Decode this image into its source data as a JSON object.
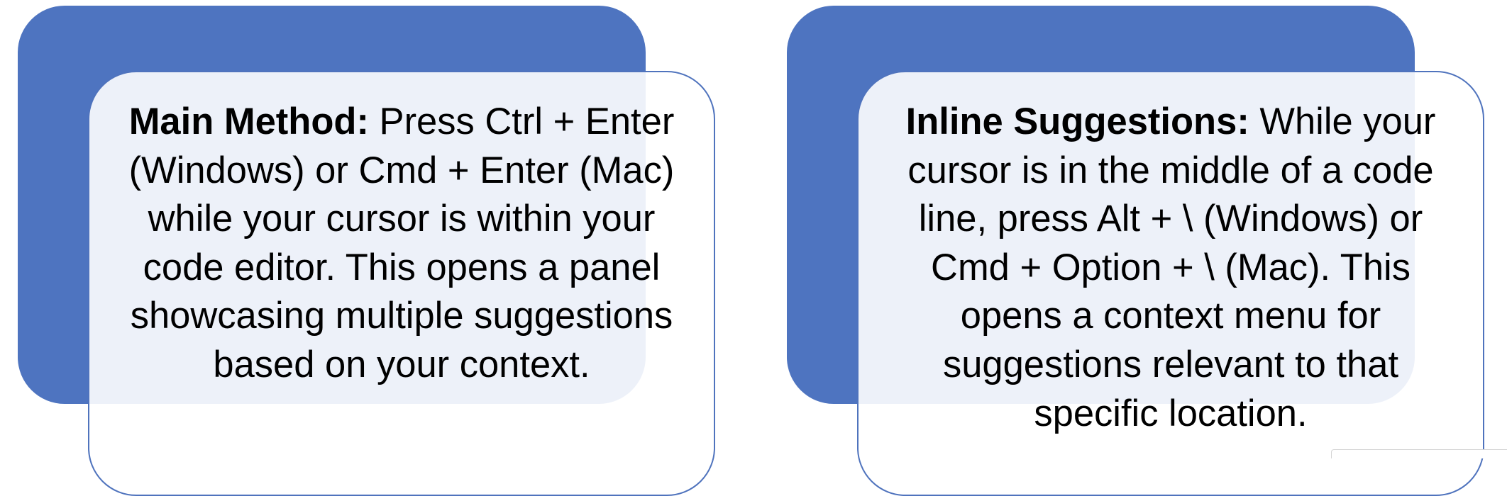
{
  "cards": [
    {
      "heading": "Main Method:",
      "body": " Press Ctrl + Enter (Windows) or Cmd + Enter (Mac) while your cursor is within your code editor. This opens a panel showcasing multiple suggestions based on your context."
    },
    {
      "heading": "Inline Suggestions:",
      "body": " While your cursor is in the middle of a code line, press Alt + \\ (Windows) or Cmd + Option + \\ (Mac). This opens a context menu for suggestions relevant to that specific location."
    }
  ],
  "colors": {
    "back_panel": "#4e74c0",
    "front_border": "#4f73bd",
    "front_fill": "#eef1f8"
  }
}
